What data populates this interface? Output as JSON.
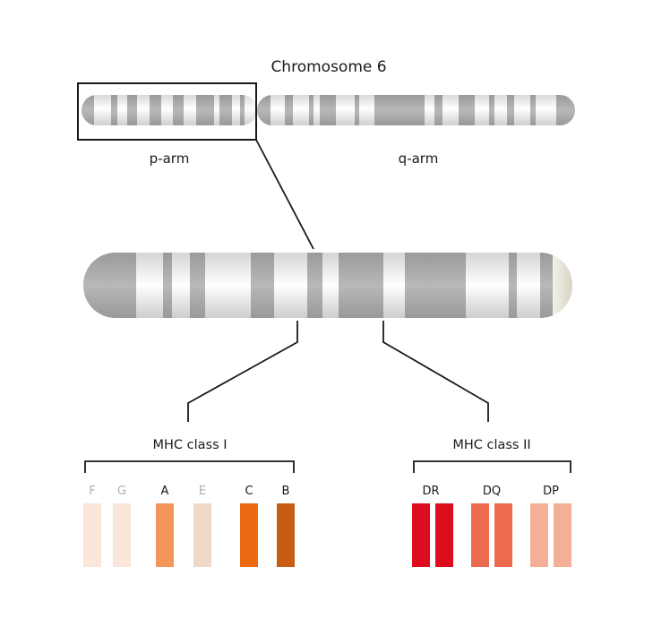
{
  "title": "Chromosome 6",
  "arms": {
    "p": "p-arm",
    "q": "q-arm"
  },
  "mhc_class_1": {
    "label": "MHC class I",
    "genes": [
      {
        "name": "F",
        "color": "#fbe6da",
        "faded": true
      },
      {
        "name": "G",
        "color": "#fbe6da",
        "faded": true
      },
      {
        "name": "A",
        "color": "#f4965a",
        "faded": false
      },
      {
        "name": "E",
        "color": "#f0d8c8",
        "faded": true
      },
      {
        "name": "C",
        "color": "#ec6a12",
        "faded": false
      },
      {
        "name": "B",
        "color": "#c85c12",
        "faded": false
      }
    ]
  },
  "mhc_class_2": {
    "label": "MHC class II",
    "genes": [
      {
        "name": "DR",
        "colors": [
          "#dc0d1f",
          "#dc0d1f"
        ]
      },
      {
        "name": "DQ",
        "colors": [
          "#ec6a50",
          "#ec6a50"
        ]
      },
      {
        "name": "DP",
        "colors": [
          "#f4af98",
          "#f4af98"
        ]
      }
    ]
  },
  "colors": {
    "chromosome_light": "#f4f4f4",
    "chromosome_band": "#a8a8a8",
    "outline": "#1a1a1a"
  }
}
